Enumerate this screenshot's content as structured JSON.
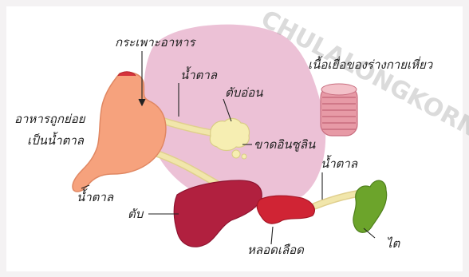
{
  "labels": {
    "stomach": "กระเพาะอาหาร",
    "food_digested_line1": "อาหารถูกย่อย",
    "food_digested_line2": "เป็นน้ำตาล",
    "sugar_from_stomach": "น้ำตาล",
    "sugar_to_pancreas": "น้ำตาล",
    "pancreas": "ตับอ่อน",
    "insulin_deficiency": "ขาดอินซูลิน",
    "tissue": "เนื้อเยื่อของร่างกายเหี่ยว",
    "liver": "ตับ",
    "blood_vessel": "หลอดเลือด",
    "sugar_to_kidney": "น้ำตาล",
    "kidney": "ไต"
  },
  "watermark": "CHULALONGKORN",
  "colors": {
    "background": "#f4f2f3",
    "panel": "#ffffff",
    "pink_blob": "#e9b6cf",
    "stomach": "#f6a27d",
    "pancreas": "#f6eeb2",
    "tube": "#f1e6ab",
    "liver": "#b1203f",
    "vessel": "#d02434",
    "kidney": "#6ca42b",
    "tissue": "#e79aa6"
  }
}
